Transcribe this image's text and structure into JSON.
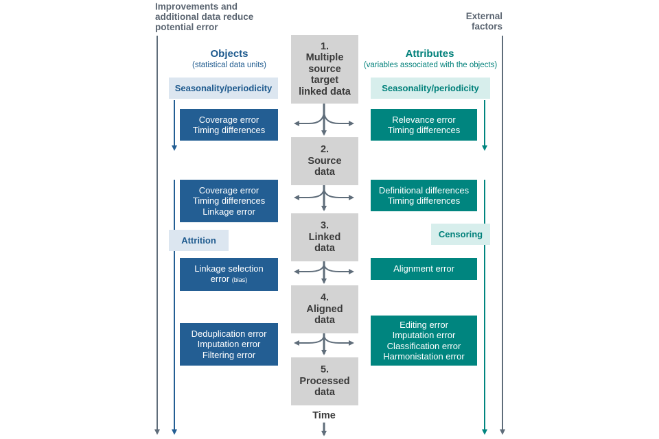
{
  "left_axis_label": [
    "Improvements and",
    "additional data reduce",
    "potential error"
  ],
  "right_axis_label": [
    "External",
    "factors"
  ],
  "objects": {
    "title": "Objects",
    "subtitle": "(statistical data units)"
  },
  "attributes": {
    "title": "Attributes",
    "subtitle": "(variables associated with the objects)"
  },
  "tags": {
    "obj_seasonality": "Seasonality/periodicity",
    "att_seasonality": "Seasonality/periodicity",
    "attrition": "Attrition",
    "censoring": "Censoring"
  },
  "stages": [
    {
      "lines": [
        "1.",
        "Multiple",
        "source",
        "target",
        "linked data"
      ]
    },
    {
      "lines": [
        "2.",
        "Source",
        "data"
      ]
    },
    {
      "lines": [
        "3.",
        "Linked",
        "data"
      ]
    },
    {
      "lines": [
        "4.",
        "Aligned",
        "data"
      ]
    },
    {
      "lines": [
        "5.",
        "Processed",
        "data"
      ]
    }
  ],
  "object_errors": [
    {
      "lines": [
        "Coverage error",
        "Timing differences"
      ]
    },
    {
      "lines": [
        "Coverage error",
        "Timing differences",
        "Linkage error"
      ]
    },
    {
      "lines": [
        "Linkage selection",
        "error"
      ],
      "note": "(bias)"
    },
    {
      "lines": [
        "Deduplication error",
        "Imputation error",
        "Filtering error"
      ]
    }
  ],
  "attribute_errors": [
    {
      "lines": [
        "Relevance error",
        "Timing differences"
      ]
    },
    {
      "lines": [
        "Definitional differences",
        "Timing differences"
      ]
    },
    {
      "lines": [
        "Alignment error"
      ]
    },
    {
      "lines": [
        "Editing error",
        "Imputation error",
        "Classification error",
        "Harmonistation error"
      ]
    }
  ],
  "time_label": "Time",
  "colors": {
    "object_blue": "#235e93",
    "attribute_teal": "#00857f",
    "stage_grey": "#d3d3d3",
    "arrow_grey": "#5f6d7a"
  }
}
